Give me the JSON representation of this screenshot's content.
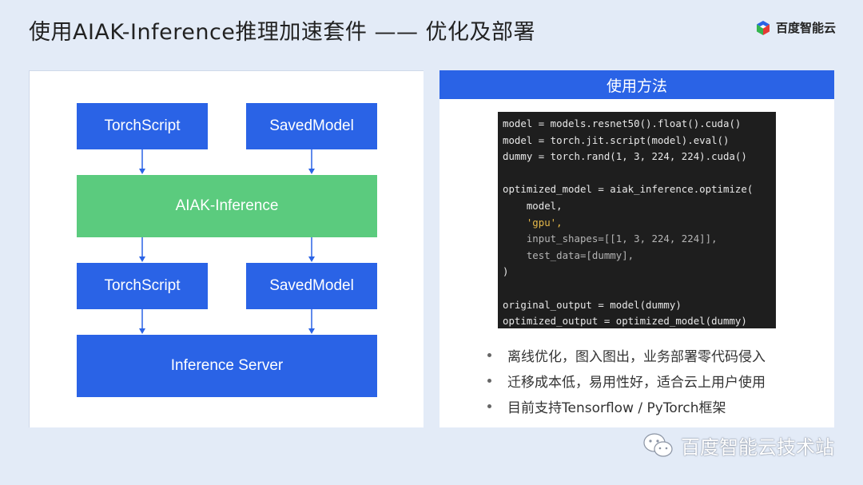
{
  "slide": {
    "title": "使用AIAK-Inference推理加速套件 —— 优化及部署"
  },
  "brand": {
    "name": "百度智能云",
    "icon": "cube-logo-icon",
    "colors": [
      "#2a63e6",
      "#35b54f",
      "#e53935"
    ]
  },
  "diagram": {
    "inputs": [
      "TorchScript",
      "SavedModel"
    ],
    "engine": "AIAK-Inference",
    "outputs": [
      "TorchScript",
      "SavedModel"
    ],
    "server": "Inference Server",
    "colors": {
      "node": "#2a63e6",
      "engine": "#5bcb7e"
    }
  },
  "usage": {
    "header": "使用方法",
    "code_lines": [
      "model = models.resnet50().float().cuda()",
      "model = torch.jit.script(model).eval()",
      "dummy = torch.rand(1, 3, 224, 224).cuda()",
      "",
      "optimized_model = aiak_inference.optimize(",
      "    model,",
      "    'gpu',",
      "    input_shapes=[[1, 3, 224, 224]],",
      "    test_data=[dummy],",
      ")",
      "",
      "original_output = model(dummy)",
      "optimized_output = optimized_model(dummy)"
    ],
    "bullets": [
      "离线优化，图入图出，业务部署零代码侵入",
      "迁移成本低，易用性好，适合云上用户使用",
      "目前支持Tensorflow / PyTorch框架"
    ]
  },
  "watermark": {
    "text": "百度智能云技术站",
    "icon": "wechat-icon"
  }
}
